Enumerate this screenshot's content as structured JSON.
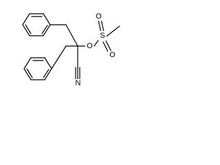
{
  "structure": {
    "atoms": {
      "o_ester": "O",
      "s": "S",
      "o_top": "O",
      "o_bottom": "O",
      "n": "N"
    }
  }
}
